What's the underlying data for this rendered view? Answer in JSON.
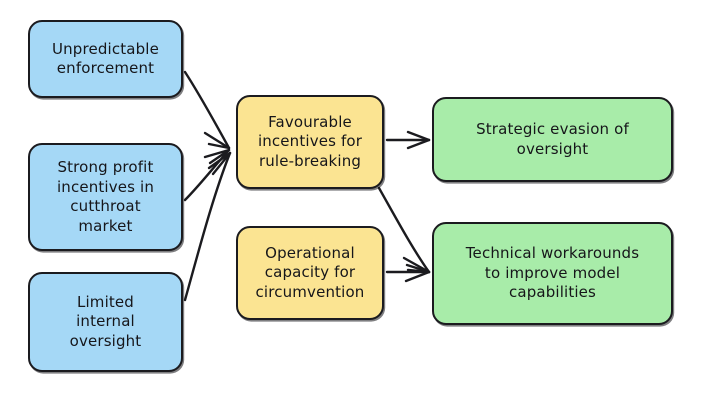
{
  "diagram": {
    "type": "flowchart",
    "style": "hand-drawn",
    "background_color": "#ffffff",
    "stroke_color": "#1b1b1f",
    "palette": {
      "cause": "#a5d8f6",
      "mechanism": "#fbe492",
      "outcome": "#a8eca9"
    },
    "nodes": [
      {
        "id": "unpredictable-enforcement",
        "label": "Unpredictable\nenforcement",
        "color": "#a5d8f6",
        "group": "cause"
      },
      {
        "id": "strong-profit-incentives",
        "label": "Strong profit\nincentives in\ncutthroat\nmarket",
        "color": "#a5d8f6",
        "group": "cause"
      },
      {
        "id": "limited-internal-oversight",
        "label": "Limited\ninternal\noversight",
        "color": "#a5d8f6",
        "group": "cause"
      },
      {
        "id": "favourable-incentives",
        "label": "Favourable\nincentives for\nrule-breaking",
        "color": "#fbe492",
        "group": "mechanism"
      },
      {
        "id": "operational-capacity",
        "label": "Operational\ncapacity for\ncircumvention",
        "color": "#fbe492",
        "group": "mechanism"
      },
      {
        "id": "strategic-evasion",
        "label": "Strategic evasion of\noversight",
        "color": "#a8eca9",
        "group": "outcome"
      },
      {
        "id": "technical-workarounds",
        "label": "Technical workarounds\nto improve model\ncapabilities",
        "color": "#a8eca9",
        "group": "outcome"
      }
    ],
    "edges": [
      {
        "id": "edge-1",
        "from": "unpredictable-enforcement",
        "to": "favourable-incentives",
        "arrowhead": true
      },
      {
        "id": "edge-2",
        "from": "strong-profit-incentives",
        "to": "favourable-incentives",
        "arrowhead": true
      },
      {
        "id": "edge-3",
        "from": "limited-internal-oversight",
        "to": "favourable-incentives",
        "arrowhead": true
      },
      {
        "id": "edge-4",
        "from": "favourable-incentives",
        "to": "strategic-evasion",
        "arrowhead": true
      },
      {
        "id": "edge-5",
        "from": "favourable-incentives",
        "to": "technical-workarounds",
        "arrowhead": true
      },
      {
        "id": "edge-6",
        "from": "operational-capacity",
        "to": "technical-workarounds",
        "arrowhead": true
      }
    ]
  }
}
